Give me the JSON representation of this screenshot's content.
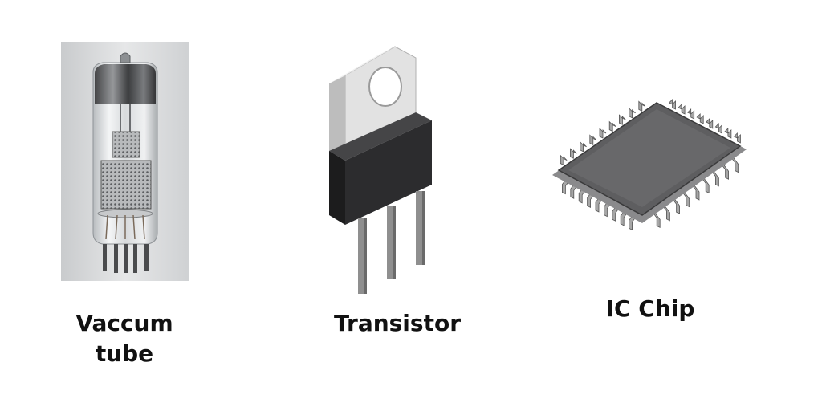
{
  "components": [
    {
      "id": "vacuum-tube",
      "label_lines": [
        "Vaccum",
        "tube"
      ]
    },
    {
      "id": "transistor",
      "label_lines": [
        "Transistor"
      ]
    },
    {
      "id": "ic-chip",
      "label_lines": [
        "IC Chip"
      ]
    }
  ],
  "colors": {
    "background": "#ffffff",
    "label": "#111111",
    "photo_bg": "#d9dbdc",
    "tab_metal": "#dcdcdc",
    "transistor_body": "#2c2c2e",
    "chip_body": "#5e5e60",
    "pins": "#9a9a9a"
  }
}
